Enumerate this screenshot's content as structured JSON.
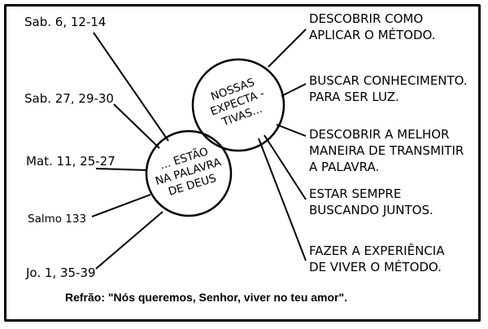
{
  "references": [
    "Sab. 6, 12-14",
    "Sab. 27, 29-30",
    "Mat. 11, 25-27",
    "Salmo 133",
    "Jo. 1, 35-39"
  ],
  "left_circle": {
    "lines": [
      "... ESTÃO",
      "NA PALAVRA",
      "DE DEUS"
    ]
  },
  "right_circle": {
    "lines": [
      "NOSSAS",
      "EXPECTA -",
      "TIVAS..."
    ]
  },
  "expectations": [
    [
      "DESCOBRIR COMO",
      "APLICAR O MÉTODO."
    ],
    [
      "BUSCAR CONHECIMENTO.",
      "PARA SER LUZ."
    ],
    [
      "DESCOBRIR A MELHOR",
      "MANEIRA DE TRANSMITIR",
      "A PALAVRA."
    ],
    [
      "ESTAR SEMPRE",
      "BUSCANDO JUNTOS."
    ],
    [
      "FAZER A EXPERIÊNCIA",
      "DE VIVER O MÉTODO."
    ]
  ],
  "refrain": "Refrão: \"Nós queremos, Senhor, viver no teu amor\"."
}
